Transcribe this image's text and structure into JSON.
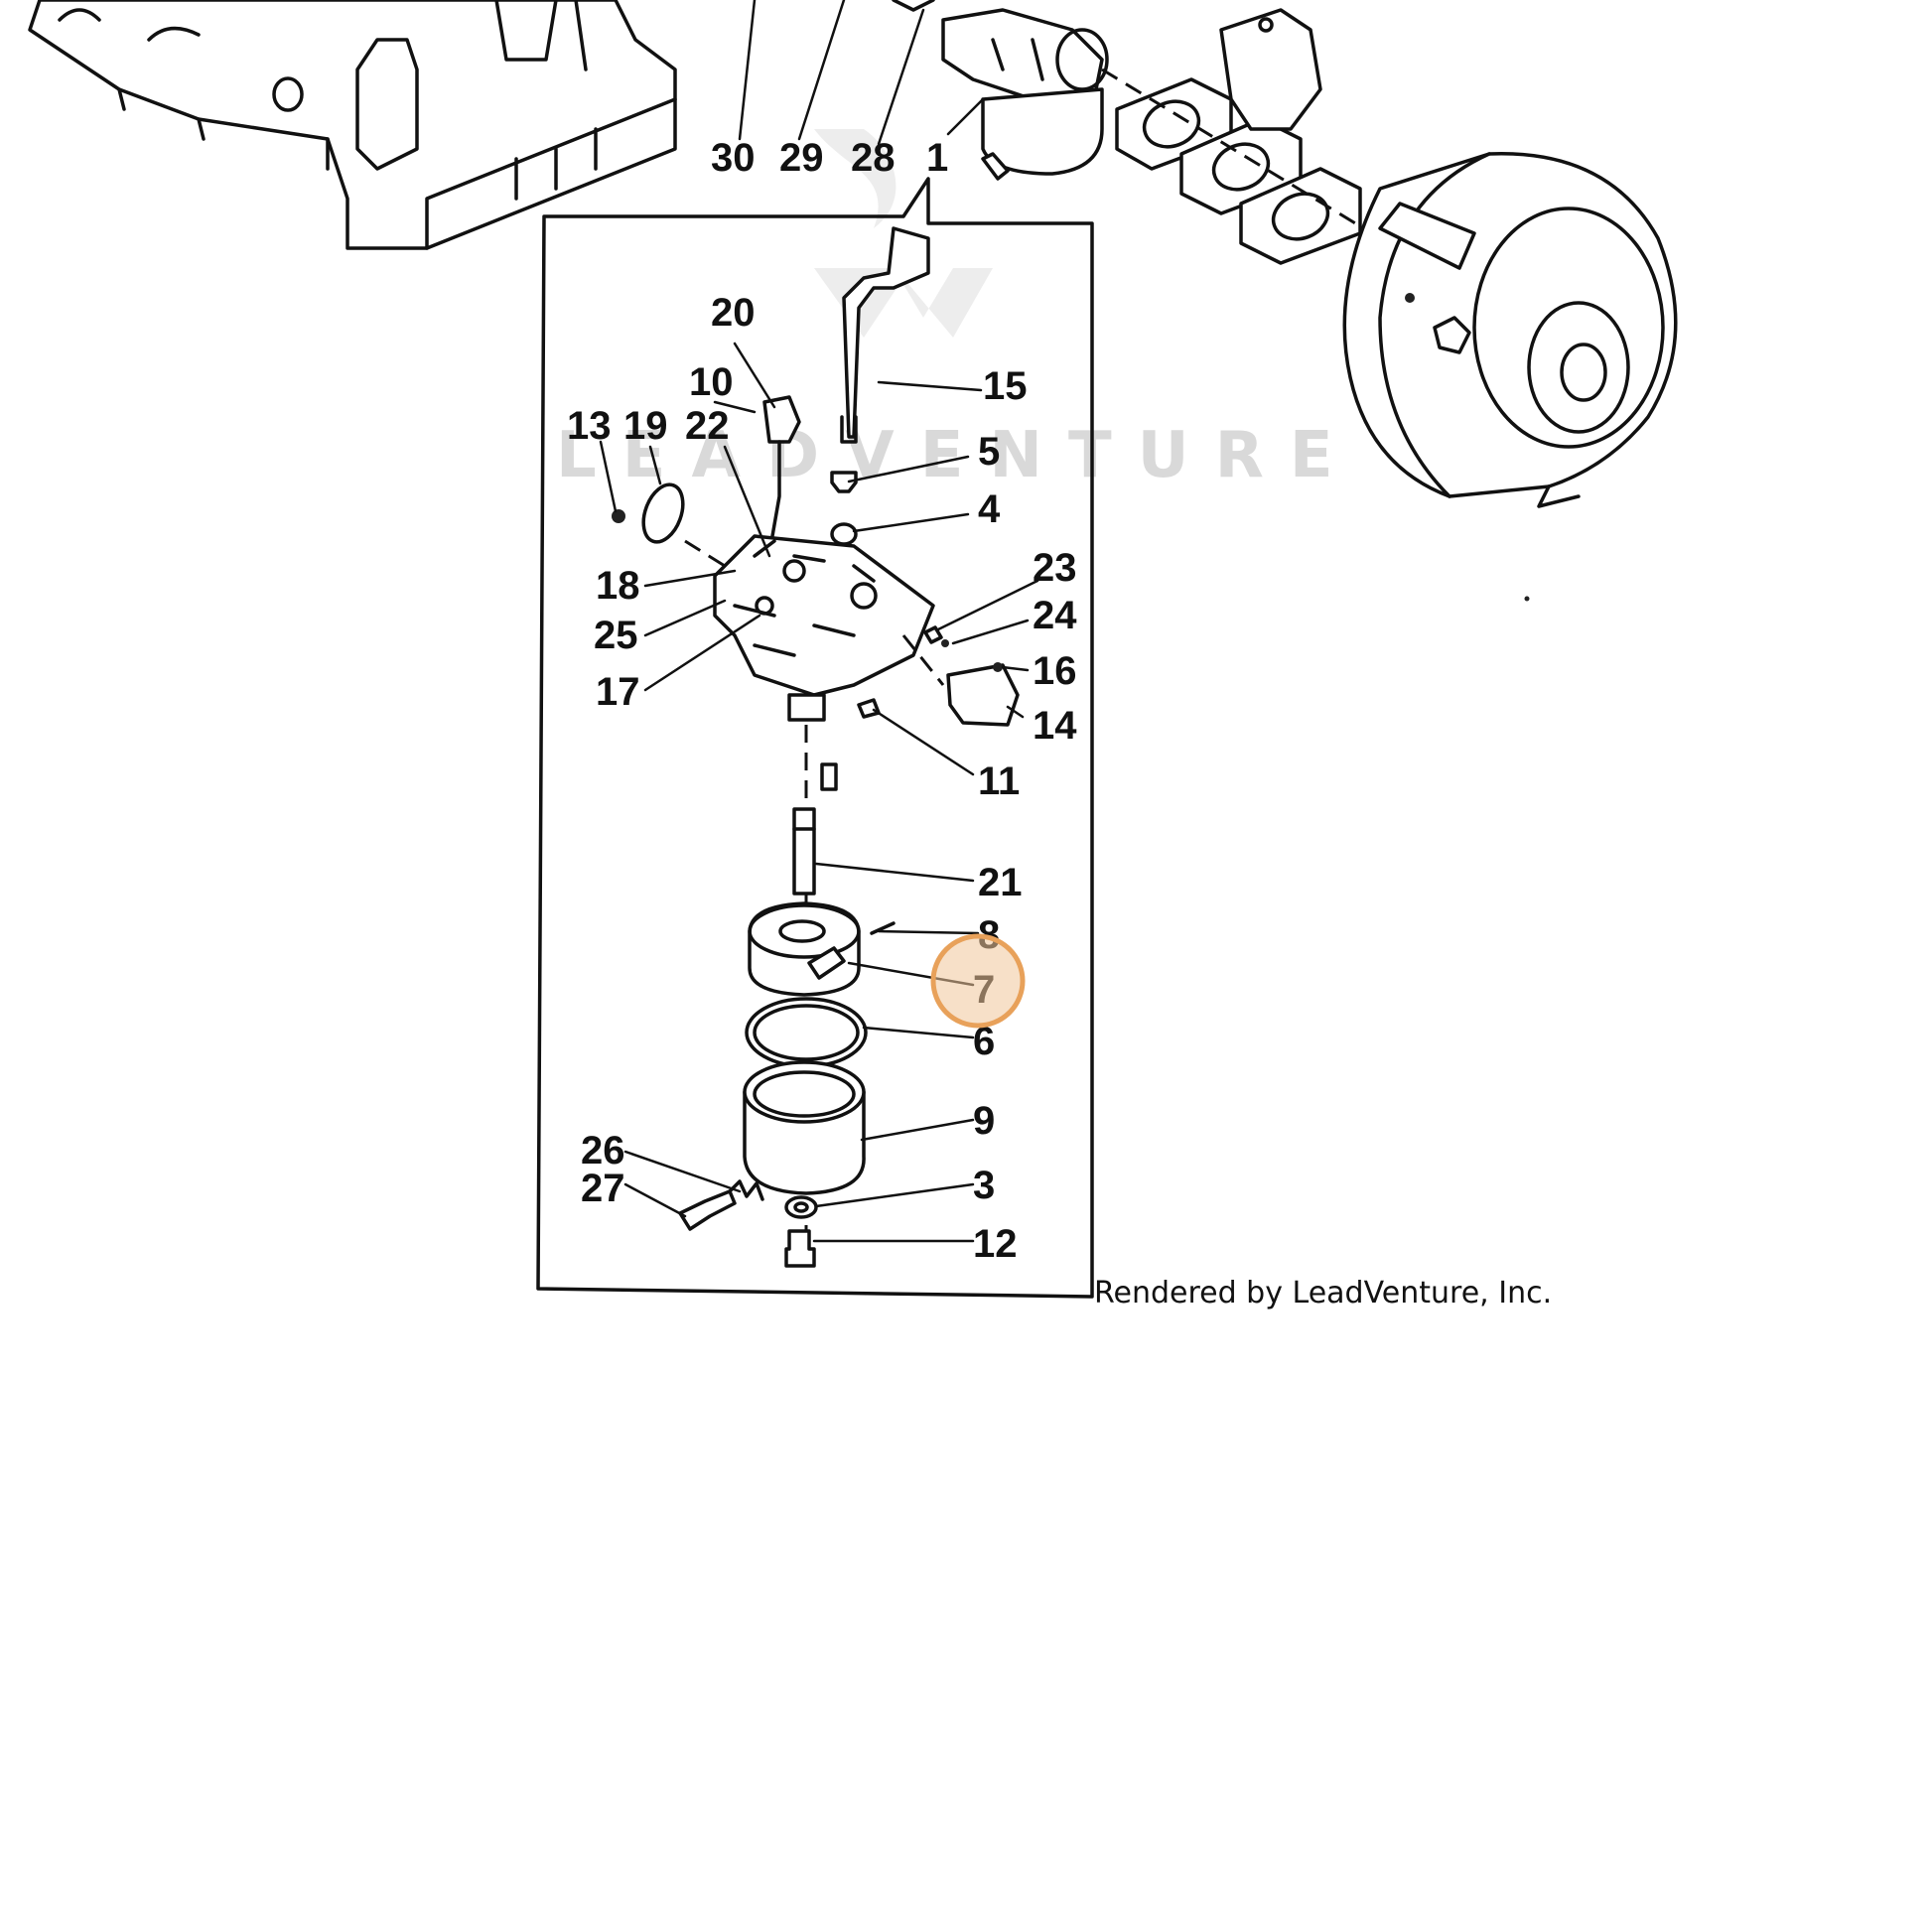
{
  "watermark": "LEADVENTURE",
  "credit": "Rendered by LeadVenture, Inc.",
  "highlight": {
    "label": "7",
    "color": "#e8a15a"
  },
  "callouts": {
    "c30": "30",
    "c29": "29",
    "c28": "28",
    "c1": "1",
    "c20": "20",
    "c15": "15",
    "c10": "10",
    "c13": "13",
    "c19": "19",
    "c22": "22",
    "c5": "5",
    "c4": "4",
    "c23": "23",
    "c24": "24",
    "c18": "18",
    "c25": "25",
    "c16": "16",
    "c17": "17",
    "c14": "14",
    "c11": "11",
    "c21": "21",
    "c8": "8",
    "c7": "7",
    "c6": "6",
    "c9": "9",
    "c26": "26",
    "c27": "27",
    "c3": "3",
    "c12": "12"
  }
}
